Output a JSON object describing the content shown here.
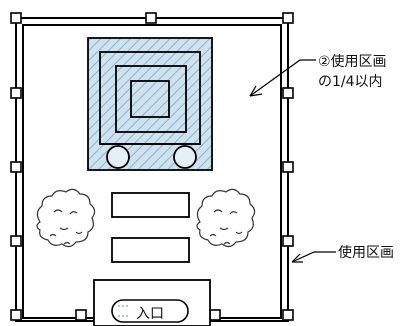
{
  "annotations": {
    "note_line1": "②使用区画",
    "note_line2": "の1/4以内",
    "area_label": "使用区画",
    "entrance_label": "入口"
  }
}
